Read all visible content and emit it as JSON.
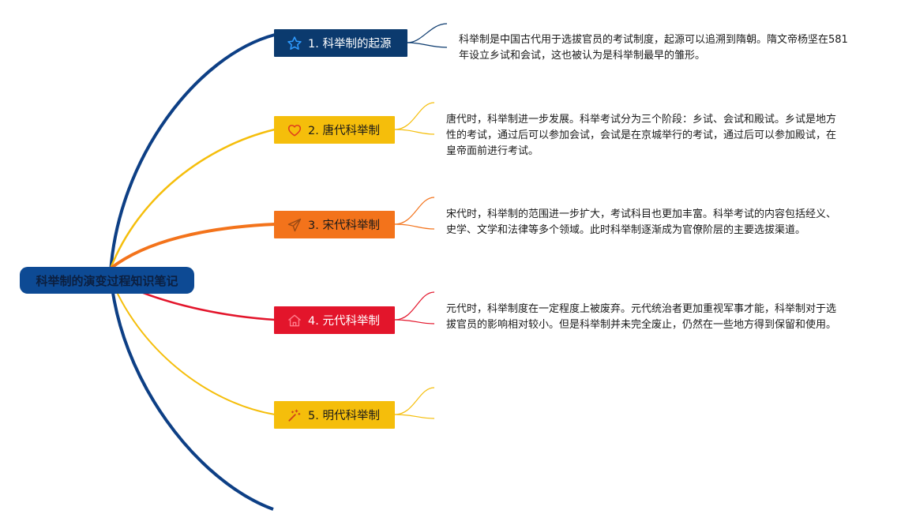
{
  "root": {
    "label": "科举制的演变过程知识笔记",
    "color": "#0d4a94"
  },
  "branches": [
    {
      "label": "1. 科举制的起源",
      "color": "#0b3a6e",
      "text_color": "#ffffff",
      "icon": "star-icon",
      "icon_color": "#2f9bff",
      "note": "科举制是中国古代用于选拔官员的考试制度，起源可以追溯到隋朝。隋文帝杨坚在581年设立乡试和会试，这也被认为是科举制最早的雏形。"
    },
    {
      "label": "2. 唐代科举制",
      "color": "#f5be0b",
      "text_color": "#1a1a1a",
      "icon": "heart-icon",
      "icon_color": "#e0401c",
      "note": "唐代时，科举制进一步发展。科举考试分为三个阶段：乡试、会试和殿试。乡试是地方性的考试，通过后可以参加会试，会试是在京城举行的考试，通过后可以参加殿试，在皇帝面前进行考试。"
    },
    {
      "label": "3. 宋代科举制",
      "color": "#f3731b",
      "text_color": "#1a1a1a",
      "icon": "paper-plane-icon",
      "icon_color": "#9a4a14",
      "note": "宋代时，科举制的范围进一步扩大，考试科目也更加丰富。科举考试的内容包括经义、史学、文学和法律等多个领域。此时科举制逐渐成为官僚阶层的主要选拔渠道。"
    },
    {
      "label": "4. 元代科举制",
      "color": "#e3152b",
      "text_color": "#ffffff",
      "icon": "home-icon",
      "icon_color": "#ff7a8a",
      "note": "元代时，科举制度在一定程度上被废弃。元代统治者更加重视军事才能，科举制对于选拔官员的影响相对较小。但是科举制并未完全废止，仍然在一些地方得到保留和使用。"
    },
    {
      "label": "5. 明代科举制",
      "color": "#f5be0b",
      "text_color": "#1a1a1a",
      "icon": "magic-wand-icon",
      "icon_color": "#d0451a",
      "note": ""
    }
  ],
  "spine_color": "#0d3f85"
}
